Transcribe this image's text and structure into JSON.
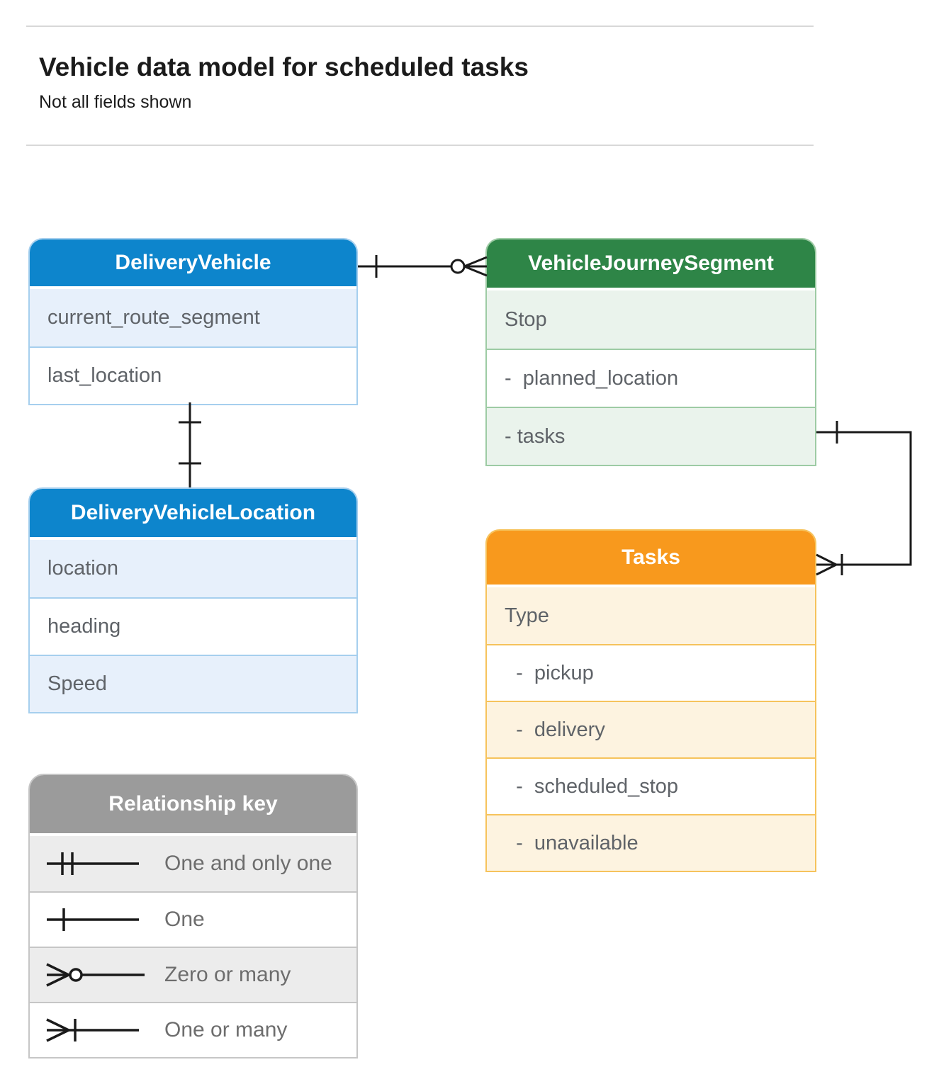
{
  "page": {
    "title": "Vehicle data model for scheduled tasks",
    "subtitle": "Not all fields shown"
  },
  "entities": {
    "delivery_vehicle": {
      "title": "DeliveryVehicle",
      "fields": [
        "current_route_segment",
        "last_location"
      ]
    },
    "vehicle_journey_segment": {
      "title": "VehicleJourneySegment",
      "fields": [
        "Stop",
        "-  planned_location",
        "- tasks"
      ]
    },
    "delivery_vehicle_location": {
      "title": "DeliveryVehicleLocation",
      "fields": [
        "location",
        "heading",
        "Speed"
      ]
    },
    "tasks": {
      "title": "Tasks",
      "fields": [
        "Type",
        "  -  pickup",
        "  -  delivery",
        "  -  scheduled_stop",
        "  -  unavailable"
      ]
    }
  },
  "relationship_key": {
    "title": "Relationship key",
    "items": [
      {
        "symbol": "one-and-only-one",
        "label": "One and only one"
      },
      {
        "symbol": "one",
        "label": "One"
      },
      {
        "symbol": "zero-or-many",
        "label": "Zero or many"
      },
      {
        "symbol": "one-or-many",
        "label": "One or many"
      }
    ]
  },
  "connections": [
    {
      "from": "DeliveryVehicle",
      "to": "VehicleJourneySegment",
      "from_cardinality": "one",
      "to_cardinality": "zero-or-many"
    },
    {
      "from": "DeliveryVehicle",
      "to": "DeliveryVehicleLocation",
      "from_cardinality": "one",
      "to_cardinality": "one"
    },
    {
      "from": "VehicleJourneySegment.tasks",
      "to": "Tasks",
      "from_cardinality": "one",
      "to_cardinality": "one-or-many"
    }
  ],
  "colors": {
    "blue-header": "#0d85cc",
    "blue-light": "#e7f0fb",
    "blue-border": "#a6cfee",
    "green-header": "#2e8547",
    "green-light": "#eaf3ec",
    "green-border": "#9dcba4",
    "orange-header": "#f8991d",
    "orange-light": "#fdf3e0",
    "orange-border": "#f6c35c",
    "gray-header": "#9b9b9b",
    "gray-light": "#ececec",
    "gray-border": "#c6c6c6",
    "line": "#1a1a1a",
    "field-text": "#5f6368",
    "key-text": "#6d6d6d",
    "title-text": "#1b1b1b",
    "rule": "#d8d8d8"
  }
}
